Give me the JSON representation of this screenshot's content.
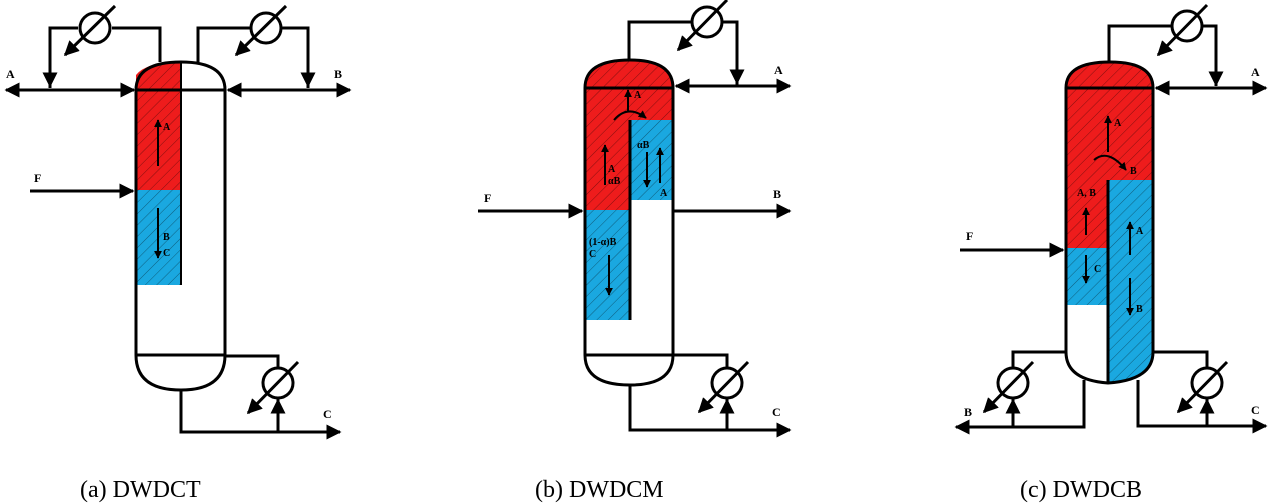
{
  "colors": {
    "rectifying": "#ee1c1c",
    "stripping": "#1aa8e0",
    "line": "#000000",
    "background": "#ffffff"
  },
  "diagrams": [
    {
      "id": "a",
      "caption": "(a) DWDCT",
      "streams": {
        "feed": "F",
        "top_left": "A",
        "top_right": "B",
        "bottom": "C"
      },
      "internal_labels": {
        "up": "A",
        "down_1": "B",
        "down_2": "C"
      }
    },
    {
      "id": "b",
      "caption": "(b) DWDCM",
      "streams": {
        "feed": "F",
        "top": "A",
        "side": "B",
        "bottom": "C"
      },
      "internal_labels": {
        "top_up": "A",
        "left_up_1": "A",
        "left_up_2": "αB",
        "right_down": "αB",
        "right_up": "A",
        "left_down_1": "(1-α)B",
        "left_down_2": "C"
      }
    },
    {
      "id": "c",
      "caption": "(c) DWDCB",
      "streams": {
        "feed": "F",
        "top": "A",
        "bottom_left": "B",
        "bottom_right": "C"
      },
      "internal_labels": {
        "top_up": "A",
        "split_down": "B",
        "left_up": "A, B",
        "left_down": "C",
        "right_up": "A",
        "right_down": "B"
      }
    }
  ]
}
